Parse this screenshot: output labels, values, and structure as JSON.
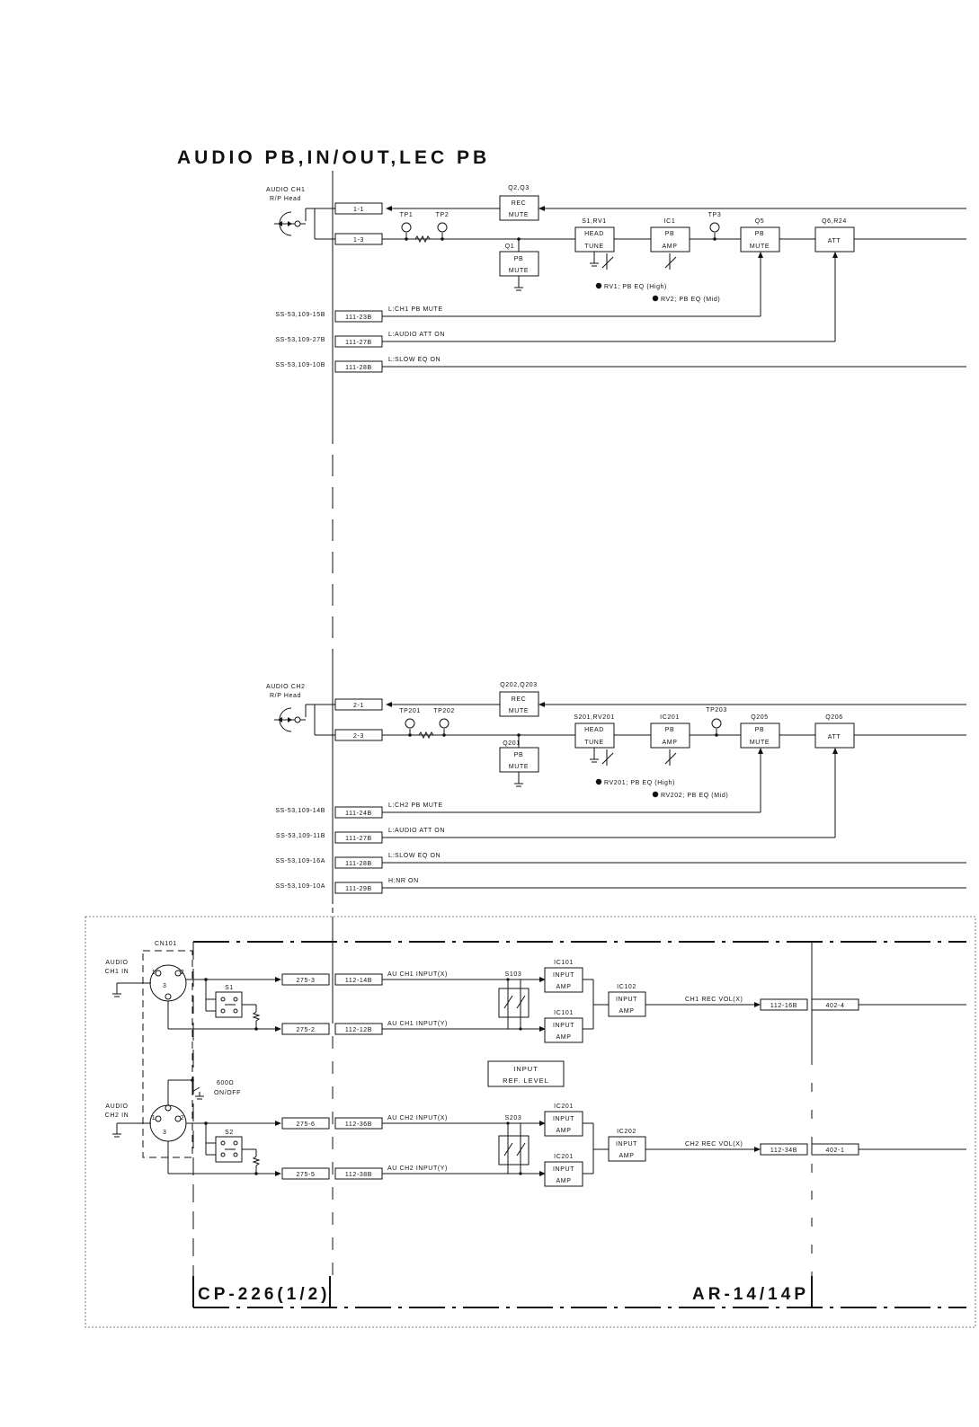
{
  "title": "AUDIO PB,IN/OUT,LEC PB",
  "ch1": {
    "head_label1": "AUDIO CH1",
    "head_label2": "R/P Head",
    "pins": [
      "1-1",
      "1-3"
    ],
    "tps": [
      "TP1",
      "TP2",
      "TP3"
    ],
    "rec_mute": {
      "ref": "Q2,Q3",
      "l1": "REC",
      "l2": "MUTE"
    },
    "pb_mute_q1": {
      "ref": "Q1",
      "l1": "PB",
      "l2": "MUTE"
    },
    "head_tune": {
      "ref": "S1,RV1",
      "l1": "HEAD",
      "l2": "TUNE"
    },
    "pb_amp": {
      "ref": "IC1",
      "l1": "PB",
      "l2": "AMP"
    },
    "pb_mute_q5": {
      "ref": "Q5",
      "l1": "PB",
      "l2": "MUTE"
    },
    "att": {
      "ref": "Q6,R24",
      "l1": "ATT"
    },
    "adj1": "RV1; PB EQ (High)",
    "adj2": "RV2; PB EQ (Mid)",
    "controls": [
      {
        "src": "SS-53,109-15B",
        "pin": "111-23B",
        "sig": "L:CH1 PB MUTE"
      },
      {
        "src": "SS-53,109-27B",
        "pin": "111-27B",
        "sig": "L:AUDIO ATT ON"
      },
      {
        "src": "SS-53,109-10B",
        "pin": "111-28B",
        "sig": "L:SLOW EQ ON"
      }
    ]
  },
  "ch2": {
    "head_label1": "AUDIO CH2",
    "head_label2": "R/P Head",
    "pins": [
      "2-1",
      "2-3"
    ],
    "tps": [
      "TP201",
      "TP202",
      "TP203"
    ],
    "rec_mute": {
      "ref": "Q202,Q203",
      "l1": "REC",
      "l2": "MUTE"
    },
    "pb_mute_q1": {
      "ref": "Q201",
      "l1": "PB",
      "l2": "MUTE"
    },
    "head_tune": {
      "ref": "S201,RV201",
      "l1": "HEAD",
      "l2": "TUNE"
    },
    "pb_amp": {
      "ref": "IC201",
      "l1": "PB",
      "l2": "AMP"
    },
    "pb_mute_q5": {
      "ref": "Q205",
      "l1": "PB",
      "l2": "MUTE"
    },
    "att": {
      "ref": "Q206",
      "l1": "ATT"
    },
    "adj1": "RV201; PB EQ (High)",
    "adj2": "RV202; PB EQ (Mid)",
    "controls": [
      {
        "src": "SS-53,109-14B",
        "pin": "111-24B",
        "sig": "L:CH2 PB MUTE"
      },
      {
        "src": "SS-53,109-11B",
        "pin": "111-27B",
        "sig": "L:AUDIO ATT ON"
      },
      {
        "src": "SS-53,109-16A",
        "pin": "111-28B",
        "sig": "L:SLOW EQ ON"
      },
      {
        "src": "SS-53,109-10A",
        "pin": "111-29B",
        "sig": "H:NR ON"
      }
    ]
  },
  "input": {
    "cn": "CN101",
    "ch1_l1": "AUDIO",
    "ch1_l2": "CH1 IN",
    "ch2_l1": "AUDIO",
    "ch2_l2": "CH2 IN",
    "pin1": "1",
    "pin2": "2",
    "pin3": "3",
    "s1": "S1",
    "s2": "S2",
    "ohm_l1": "600Ω",
    "ohm_l2": "ON/OFF",
    "ref_level_l1": "INPUT",
    "ref_level_l2": "REF. LEVEL",
    "ch1_lines": [
      {
        "p1": "275-3",
        "p2": "112-14B",
        "sig": "AU CH1 INPUT(X)"
      },
      {
        "p1": "275-2",
        "p2": "112-12B",
        "sig": "AU CH1 INPUT(Y)"
      }
    ],
    "ch2_lines": [
      {
        "p1": "275-6",
        "p2": "112-36B",
        "sig": "AU CH2 INPUT(X)"
      },
      {
        "p1": "275-5",
        "p2": "112-38B",
        "sig": "AU CH2 INPUT(Y)"
      }
    ],
    "s103": "S103",
    "s203": "S203",
    "ic101": "IC101",
    "ic201": "IC201",
    "input_amp_l1": "INPUT",
    "input_amp_l2": "AMP",
    "ic102": "IC102",
    "ic202": "IC202",
    "ch1_out": {
      "sig": "CH1 REC VOL(X)",
      "p1": "112-16B",
      "p2": "402-4"
    },
    "ch2_out": {
      "sig": "CH2 REC VOL(X)",
      "p1": "112-34B",
      "p2": "402-1"
    }
  },
  "board_left": "CP-226(1/2)",
  "board_right": "AR-14/14P"
}
